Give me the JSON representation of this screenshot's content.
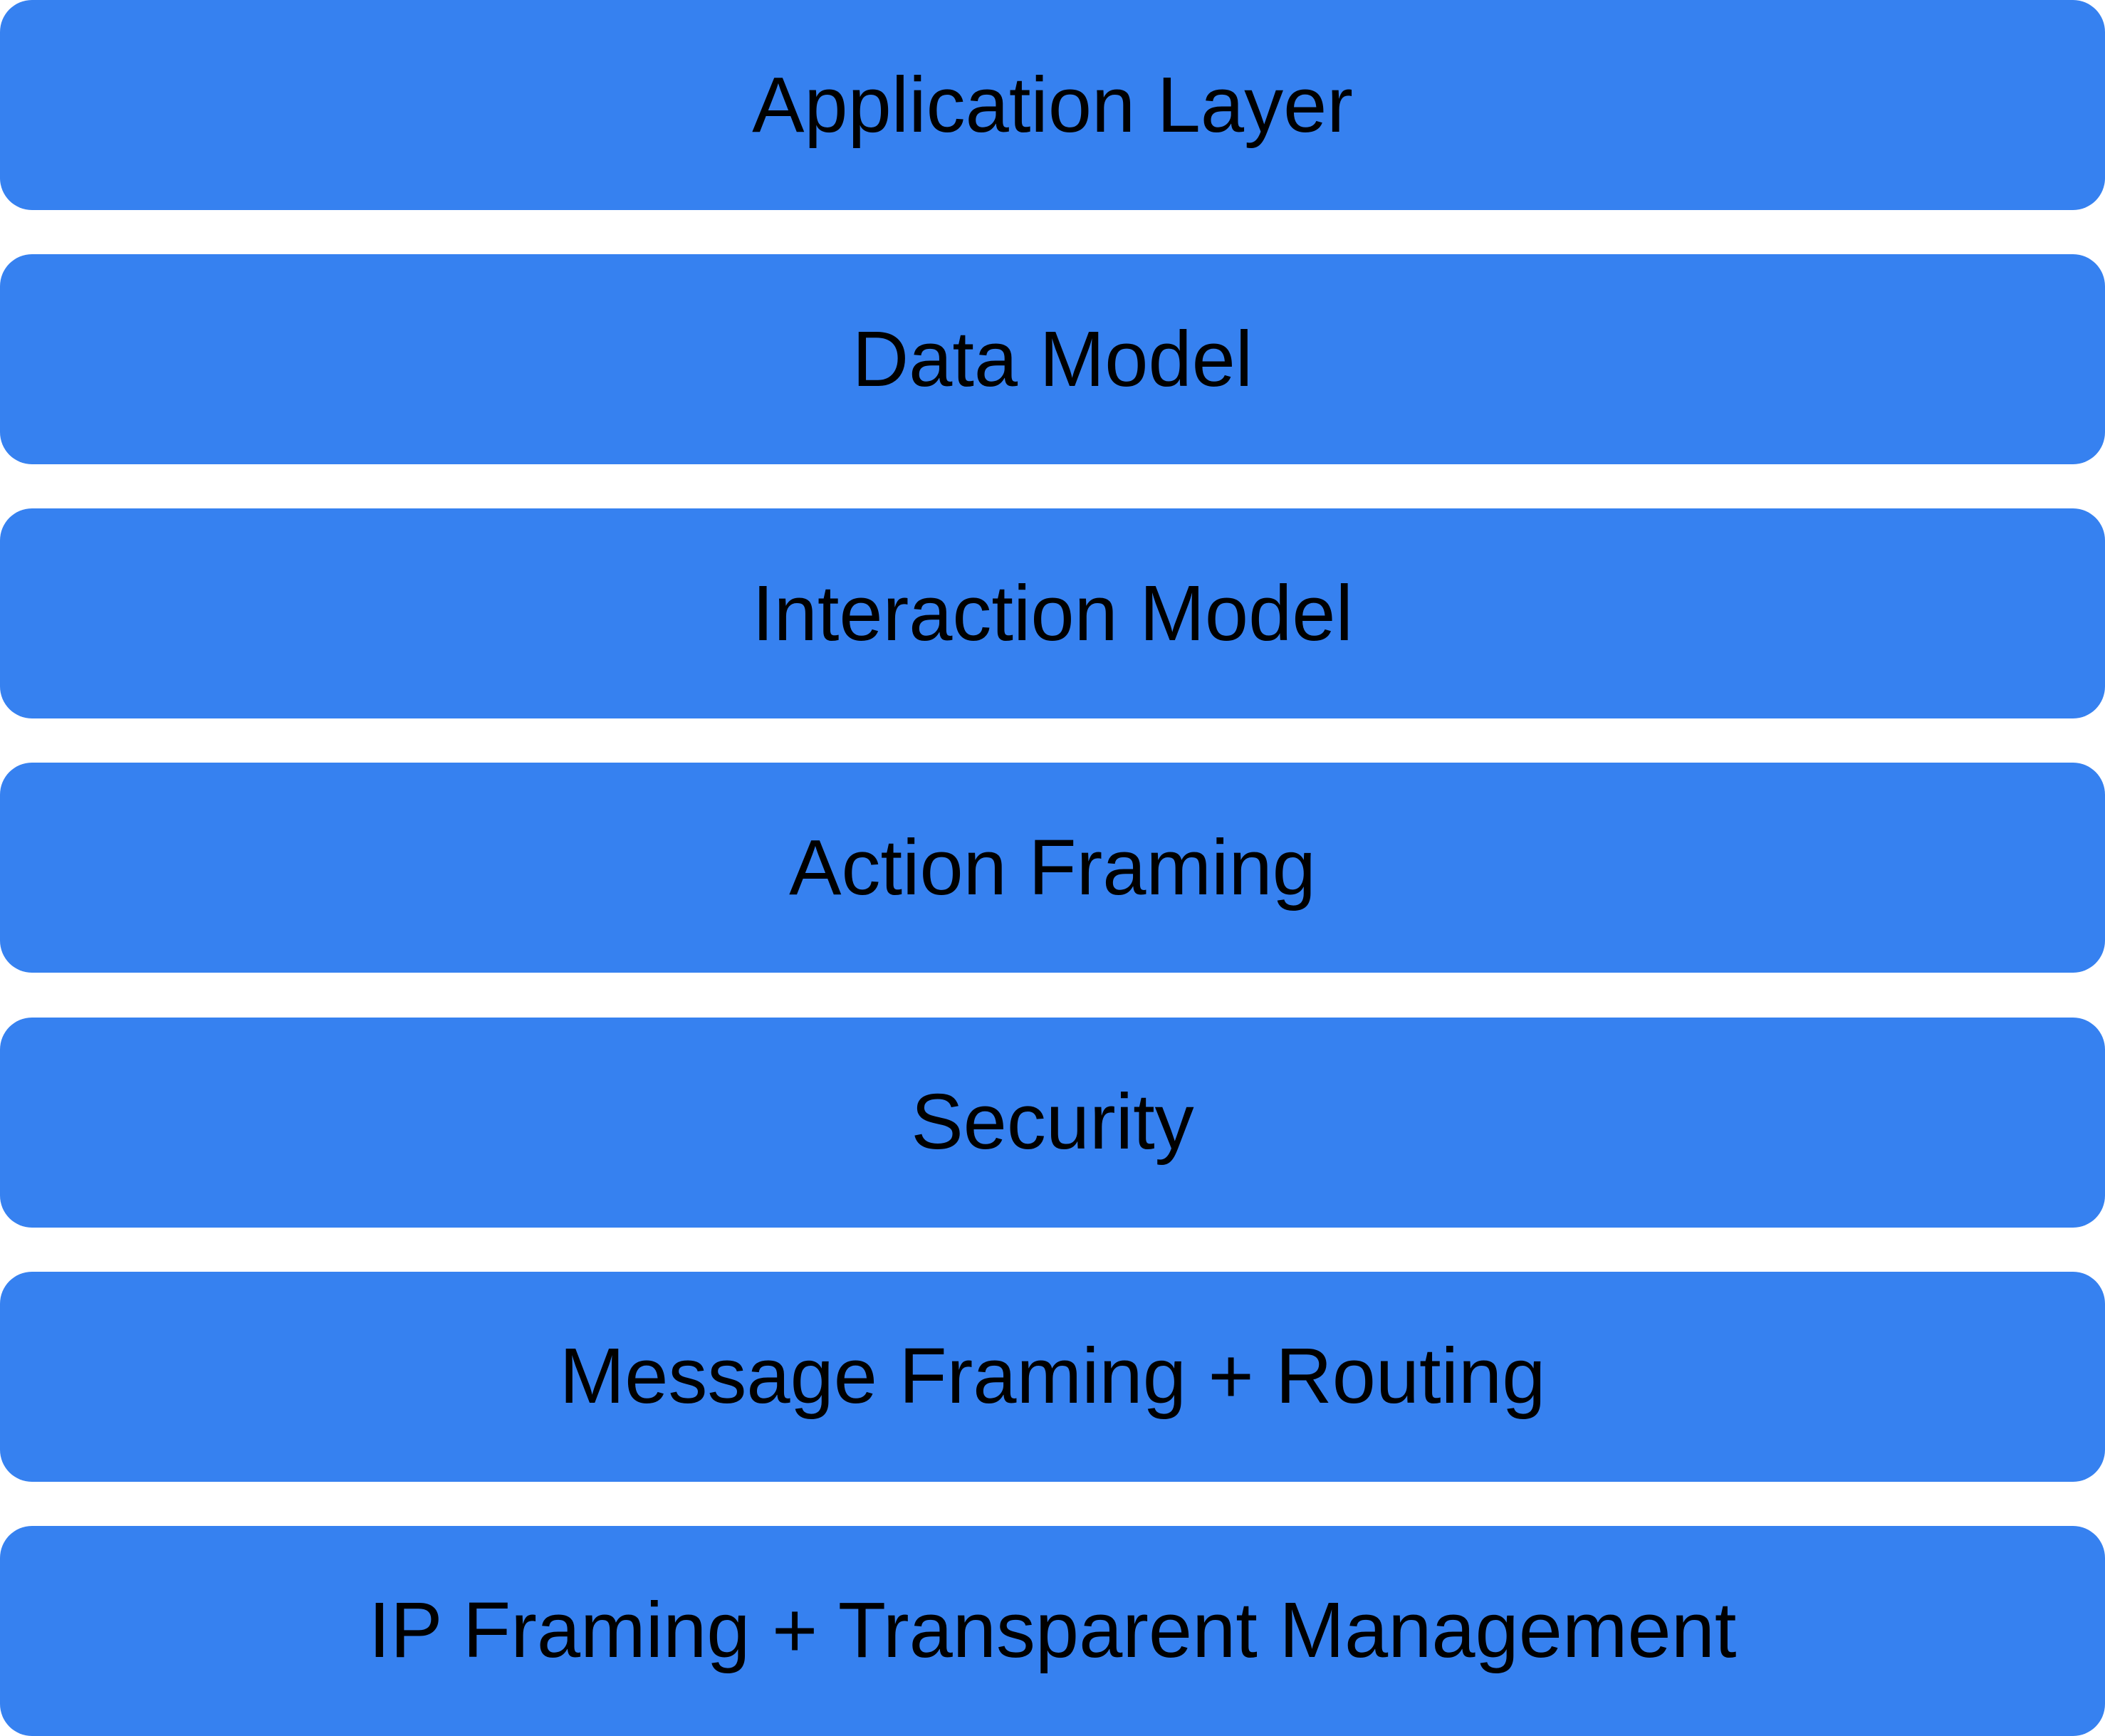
{
  "diagram": {
    "type": "stacked-layer-diagram",
    "layers": [
      {
        "label": "Application Layer"
      },
      {
        "label": "Data Model"
      },
      {
        "label": "Interaction Model"
      },
      {
        "label": "Action Framing"
      },
      {
        "label": "Security"
      },
      {
        "label": "Message Framing + Routing"
      },
      {
        "label": "IP Framing + Transparent Management"
      }
    ],
    "colors": {
      "block_fill": "#3681F0",
      "text": "#000000",
      "background": "#FFFFFF"
    }
  }
}
